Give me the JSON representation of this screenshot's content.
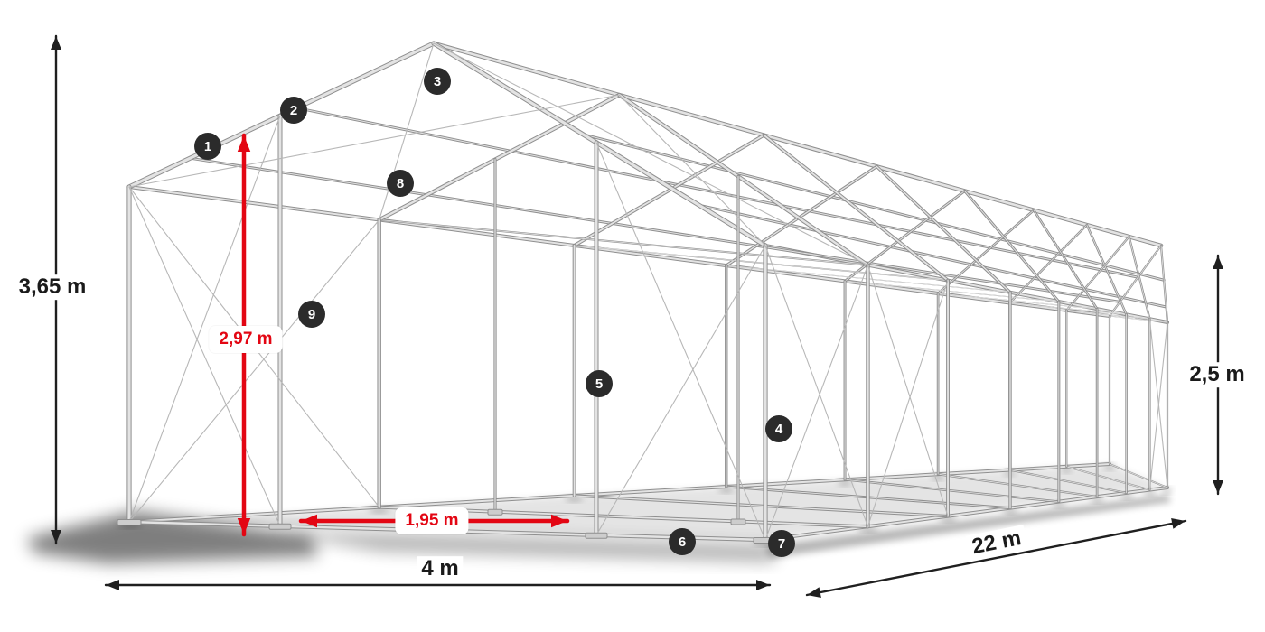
{
  "colors": {
    "accent_red": "#e30613",
    "arrow_black": "#1f1f1f",
    "badge_bg": "#2b2b2b",
    "frame_dark": "#8f8f8f",
    "frame_light": "#e3e3e3",
    "cable_gray": "#b7b7b7"
  },
  "dimensions": {
    "total_height": {
      "label": "3,65 m"
    },
    "side_height": {
      "label": "2,5 m"
    },
    "width": {
      "label": "4 m"
    },
    "length": {
      "label": "22 m"
    },
    "passage_height": {
      "label": "2,97 m"
    },
    "passage_width": {
      "label": "1,95 m"
    }
  },
  "markers": [
    {
      "label": "1"
    },
    {
      "label": "2"
    },
    {
      "label": "3"
    },
    {
      "label": "4"
    },
    {
      "label": "5"
    },
    {
      "label": "6"
    },
    {
      "label": "7"
    },
    {
      "label": "8"
    },
    {
      "label": "9"
    }
  ]
}
